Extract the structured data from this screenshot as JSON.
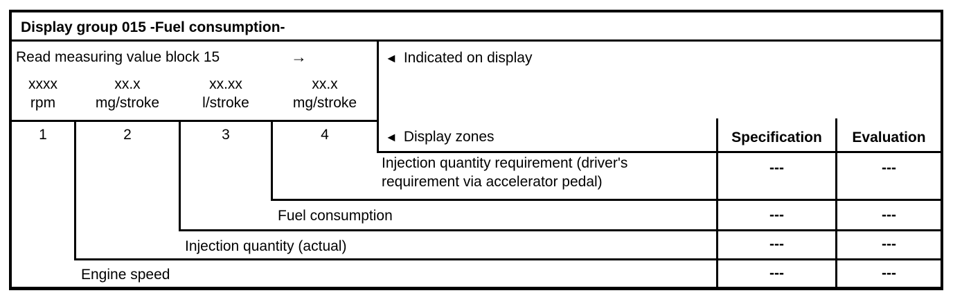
{
  "table": {
    "title": "Display group 015 -Fuel consumption-",
    "read_row": {
      "label": "Read measuring value block 15",
      "arrow": "→",
      "marker": "◄",
      "indicated_label": "Indicated on display"
    },
    "units": [
      {
        "value": "xxxx",
        "unit": "rpm"
      },
      {
        "value": "xx.x",
        "unit": "mg/stroke"
      },
      {
        "value": "xx.xx",
        "unit": "l/stroke"
      },
      {
        "value": "xx.x",
        "unit": "mg/stroke"
      }
    ],
    "zones": [
      "1",
      "2",
      "3",
      "4"
    ],
    "header": {
      "marker": "◄",
      "display_zones": "Display zones",
      "specification": "Specification",
      "evaluation": "Evaluation"
    },
    "rows": [
      {
        "description": "Injection quantity requirement (driver's requirement via accelerator pedal)",
        "specification": "---",
        "evaluation": "---"
      },
      {
        "description": "Fuel consumption",
        "specification": "---",
        "evaluation": "---"
      },
      {
        "description": "Injection quantity (actual)",
        "specification": "---",
        "evaluation": "---"
      },
      {
        "description": "Engine speed",
        "specification": "---",
        "evaluation": "---"
      }
    ]
  }
}
